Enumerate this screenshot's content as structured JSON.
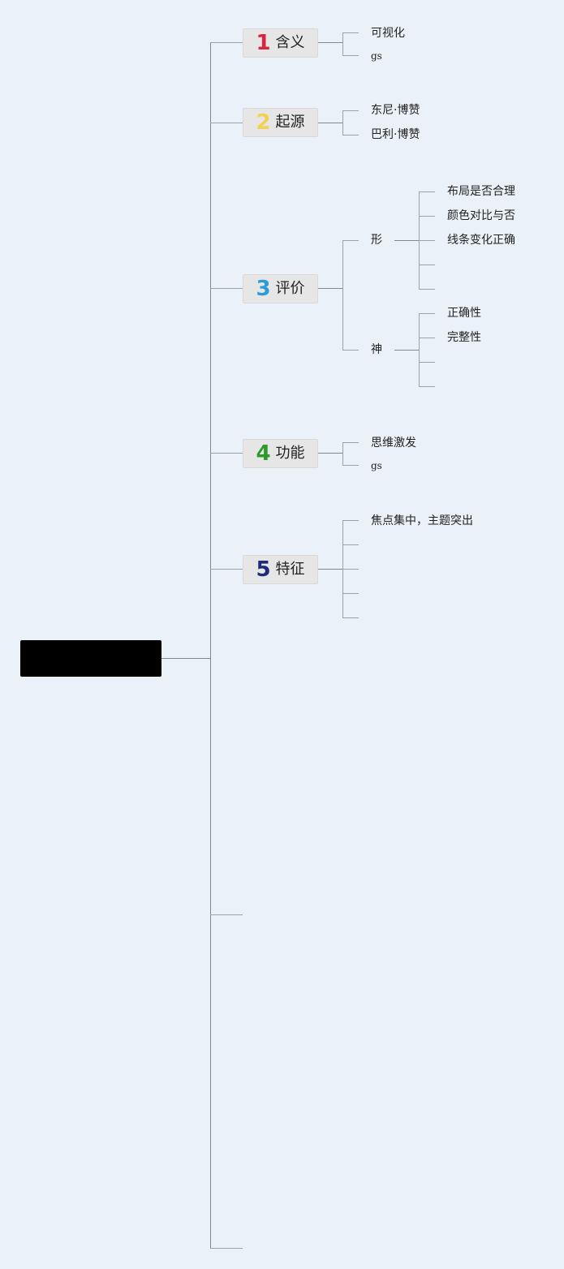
{
  "topics": [
    {
      "number": "1",
      "label": "含义",
      "color": "#d7263d",
      "children": [
        "可视化",
        "gs"
      ]
    },
    {
      "number": "2",
      "label": "起源",
      "color": "#f2d154",
      "children": [
        "东尼·博赞",
        "巴利·博赞"
      ]
    },
    {
      "number": "3",
      "label": "评价",
      "color": "#2d9ad8",
      "branches": [
        {
          "label": "形",
          "children": [
            "布局是否合理",
            "颜色对比与否",
            "线条变化正确",
            "",
            ""
          ]
        },
        {
          "label": "神",
          "children": [
            "正确性",
            "完整性",
            "",
            ""
          ]
        }
      ]
    },
    {
      "number": "4",
      "label": "功能",
      "color": "#2d9a2d",
      "children": [
        "思维激发",
        "gs"
      ]
    },
    {
      "number": "5",
      "label": "特征",
      "color": "#1d2a7a",
      "children": [
        "焦点集中，主题突出",
        "",
        "",
        "",
        ""
      ]
    }
  ]
}
